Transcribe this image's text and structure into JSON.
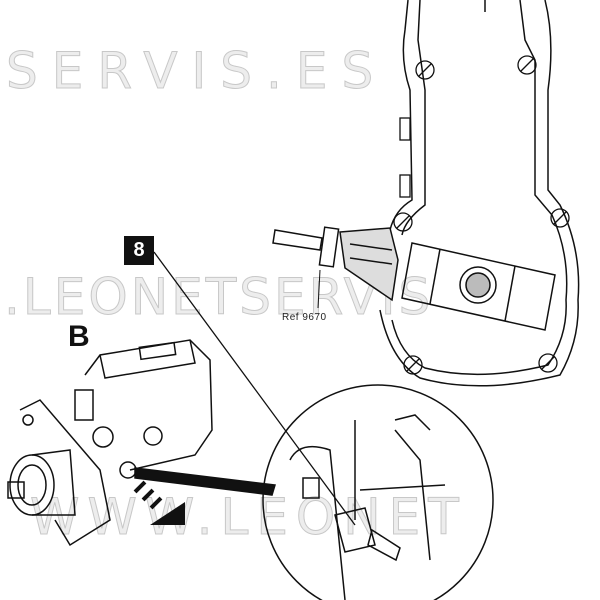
{
  "diagram": {
    "view_label": "B",
    "callout_number": "8",
    "reference_label": "Ref 9670"
  },
  "watermarks": [
    "SERVIS.ES",
    ".LEONETSERVIS",
    "WWW.LEONET"
  ],
  "colors": {
    "line": "#111111",
    "watermark": "#e6e6e6"
  }
}
